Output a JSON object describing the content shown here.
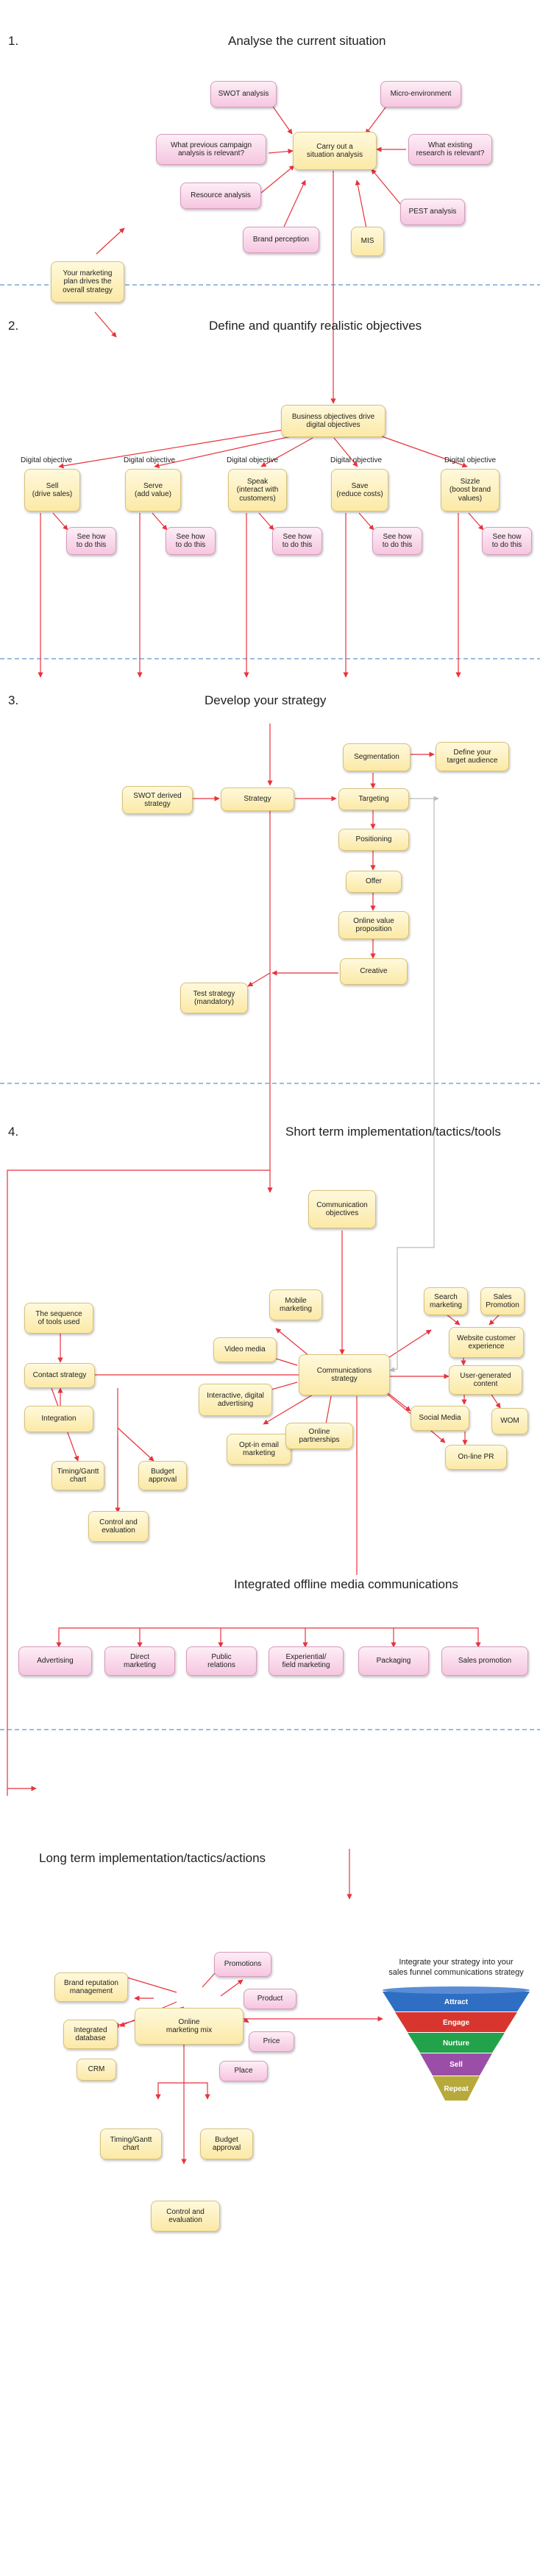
{
  "sections": {
    "s1": {
      "num": "1.",
      "title": "Analyse the current situation"
    },
    "s2": {
      "num": "2.",
      "title": "Define and quantify realistic objectives"
    },
    "s3": {
      "num": "3.",
      "title": "Develop your strategy"
    },
    "s4": {
      "num": "4.",
      "title": "Short term implementation/tactics/tools"
    },
    "offline": {
      "title": "Integrated offline media communications"
    },
    "s5": {
      "title": "Long term implementation/tactics/actions"
    }
  },
  "situation": {
    "center": "Carry out a\nsituation analysis",
    "swot": "SWOT analysis",
    "micro": "Micro-environment",
    "campaign": "What previous campaign\nanalysis is relevant?",
    "research": "What existing\nresearch is relevant?",
    "resource": "Resource analysis",
    "pest": "PEST analysis",
    "brand": "Brand perception",
    "mis": "MIS",
    "plan": "Your marketing\nplan drives the\noverall strategy"
  },
  "objectives": {
    "business": "Business objectives drive\ndigital objectives",
    "items": [
      {
        "label": "Digital objective",
        "box": "Sell\n(drive sales)",
        "how": "See how\nto do this"
      },
      {
        "label": "Digital objective",
        "box": "Serve\n(add value)",
        "how": "See how\nto do this"
      },
      {
        "label": "Digital objective",
        "box": "Speak\n(interact with\ncustomers)",
        "how": "See how\nto do this"
      },
      {
        "label": "Digital objective",
        "box": "Save\n(reduce costs)",
        "how": "See how\nto do this"
      },
      {
        "label": "Digital objective",
        "box": "Sizzle\n(boost brand\nvalues)",
        "how": "See how\nto do this"
      }
    ]
  },
  "strategy": {
    "segmentation": "Segmentation",
    "audience": "Define your\ntarget audience",
    "swot_derived": "SWOT derived\nstrategy",
    "strategy": "Strategy",
    "targeting": "Targeting",
    "positioning": "Positioning",
    "offer": "Offer",
    "ovp": "Online value\nproposition",
    "creative": "Creative",
    "test": "Test strategy\n(mandatory)"
  },
  "short_term": {
    "comm_objectives": "Communication\nobjectives",
    "search": "Search\nmarketing",
    "sales_promo": "Sales\nPromotion",
    "mobile": "Mobile\nmarketing",
    "website": "Website customer\nexperience",
    "sequence": "The sequence\nof tools used",
    "video": "Video media",
    "contact": "Contact strategy",
    "comm_strategy": "Communications\nstrategy",
    "ugc": "User-generated\ncontent",
    "interactive": "Interactive, digital\nadvertising",
    "integration": "Integration",
    "social": "Social Media",
    "wom": "WOM",
    "optin": "Opt-in email\nmarketing",
    "partnerships": "Online\npartnerships",
    "onlinepr": "On-line PR",
    "timing": "Timing/Gantt\nchart",
    "budget": "Budget\napproval",
    "control": "Control and\nevaluation"
  },
  "offline": {
    "items": [
      "Advertising",
      "Direct\nmarketing",
      "Public\nrelations",
      "Experiential/\nfield marketing",
      "Packaging",
      "Sales promotion"
    ]
  },
  "long_term": {
    "promotions": "Promotions",
    "brand_rep": "Brand reputation\nmanagement",
    "product": "Product",
    "database": "Integrated\ndatabase",
    "mix": "Online\nmarketing mix",
    "price": "Price",
    "crm": "CRM",
    "place": "Place",
    "timing": "Timing/Gantt\nchart",
    "budget": "Budget\napproval",
    "control": "Control and\nevaluation",
    "funnel_title": "Integrate your strategy into your\nsales funnel communications strategy",
    "funnel": [
      "Attract",
      "Engage",
      "Nurture",
      "Sell",
      "Repeat"
    ]
  },
  "colors": {
    "arrow": "#e8323c",
    "divider": "#7aa6d6",
    "funnel": [
      "#2e6fc4",
      "#d8352f",
      "#22a24a",
      "#9b4ea8",
      "#b7a93a"
    ]
  }
}
